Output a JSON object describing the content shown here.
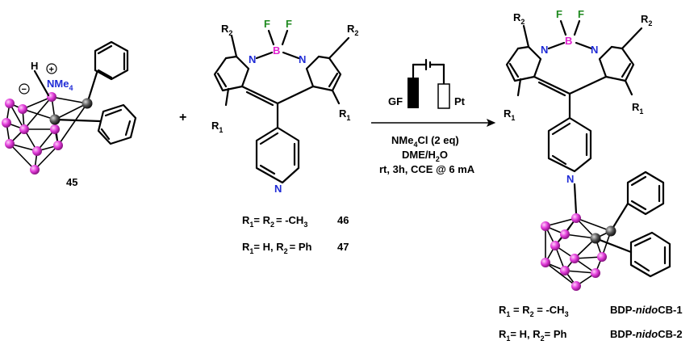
{
  "scheme": {
    "reactant_carborane": {
      "compound_number": "45",
      "H_label": "H",
      "nitrogen_label": "NMe",
      "nitrogen_sub": "4",
      "plus_charge": "+",
      "minus_charge": "−"
    },
    "plus_sign": "+",
    "reactant_bodipy": {
      "R2_left": "R",
      "R2_left_sub": "2",
      "R2_right": "R",
      "R2_right_sub": "2",
      "R1_left": "R",
      "R1_left_sub": "1",
      "R1_right": "R",
      "R1_right_sub": "1",
      "F_left": "F",
      "F_right": "F",
      "B": "B",
      "N_left": "N",
      "N_right": "N",
      "N_pyridine": "N",
      "variant_46": {
        "text_a": "R",
        "sub_a": "1",
        "text_b": "= R",
        "sub_b": "2",
        "text_c": "= -CH",
        "sub_c": "3",
        "number": "46"
      },
      "variant_47": {
        "text_a": "R",
        "sub_a": "1",
        "text_b": "= H, R",
        "sub_b": "2",
        "text_c": "= Ph",
        "number": "47"
      }
    },
    "conditions": {
      "electrode_left": "GF",
      "electrode_right": "Pt",
      "reagent_a": "NMe",
      "reagent_a_sub": "4",
      "reagent_a_tail": "Cl (2 eq)",
      "solvent_a": "DME/H",
      "solvent_sub": "2",
      "solvent_tail": "O",
      "line3": "rt, 3h, CCE @ 6 mA"
    },
    "product": {
      "R2_left": "R",
      "R2_left_sub": "2",
      "R2_right": "R",
      "R2_right_sub": "2",
      "R1_left": "R",
      "R1_left_sub": "1",
      "R1_right": "R",
      "R1_right_sub": "1",
      "F_left": "F",
      "F_right": "F",
      "B": "B",
      "N_left": "N",
      "N_right": "N",
      "N_pyridinium": "N",
      "variant_1": {
        "text_a": "R",
        "sub_a": "1",
        "text_b": " = R",
        "sub_b": "2",
        "text_c": " = -CH",
        "sub_c": "3",
        "name_a": "BDP-",
        "name_b": "nido",
        "name_c": "CB-1"
      },
      "variant_2": {
        "text_a": "R",
        "sub_a": "1",
        "text_b": "= H, R",
        "sub_b": "2",
        "text_c": "= Ph",
        "name_a": "BDP-",
        "name_b": "nido",
        "name_c": "CB-2"
      }
    },
    "colors": {
      "nitrogen": "#1f2bd6",
      "fluorine": "#1f8a1f",
      "boron_label": "#e01fd0",
      "cage_boron": "#e03ad8",
      "cage_carbon": "#555555"
    }
  }
}
